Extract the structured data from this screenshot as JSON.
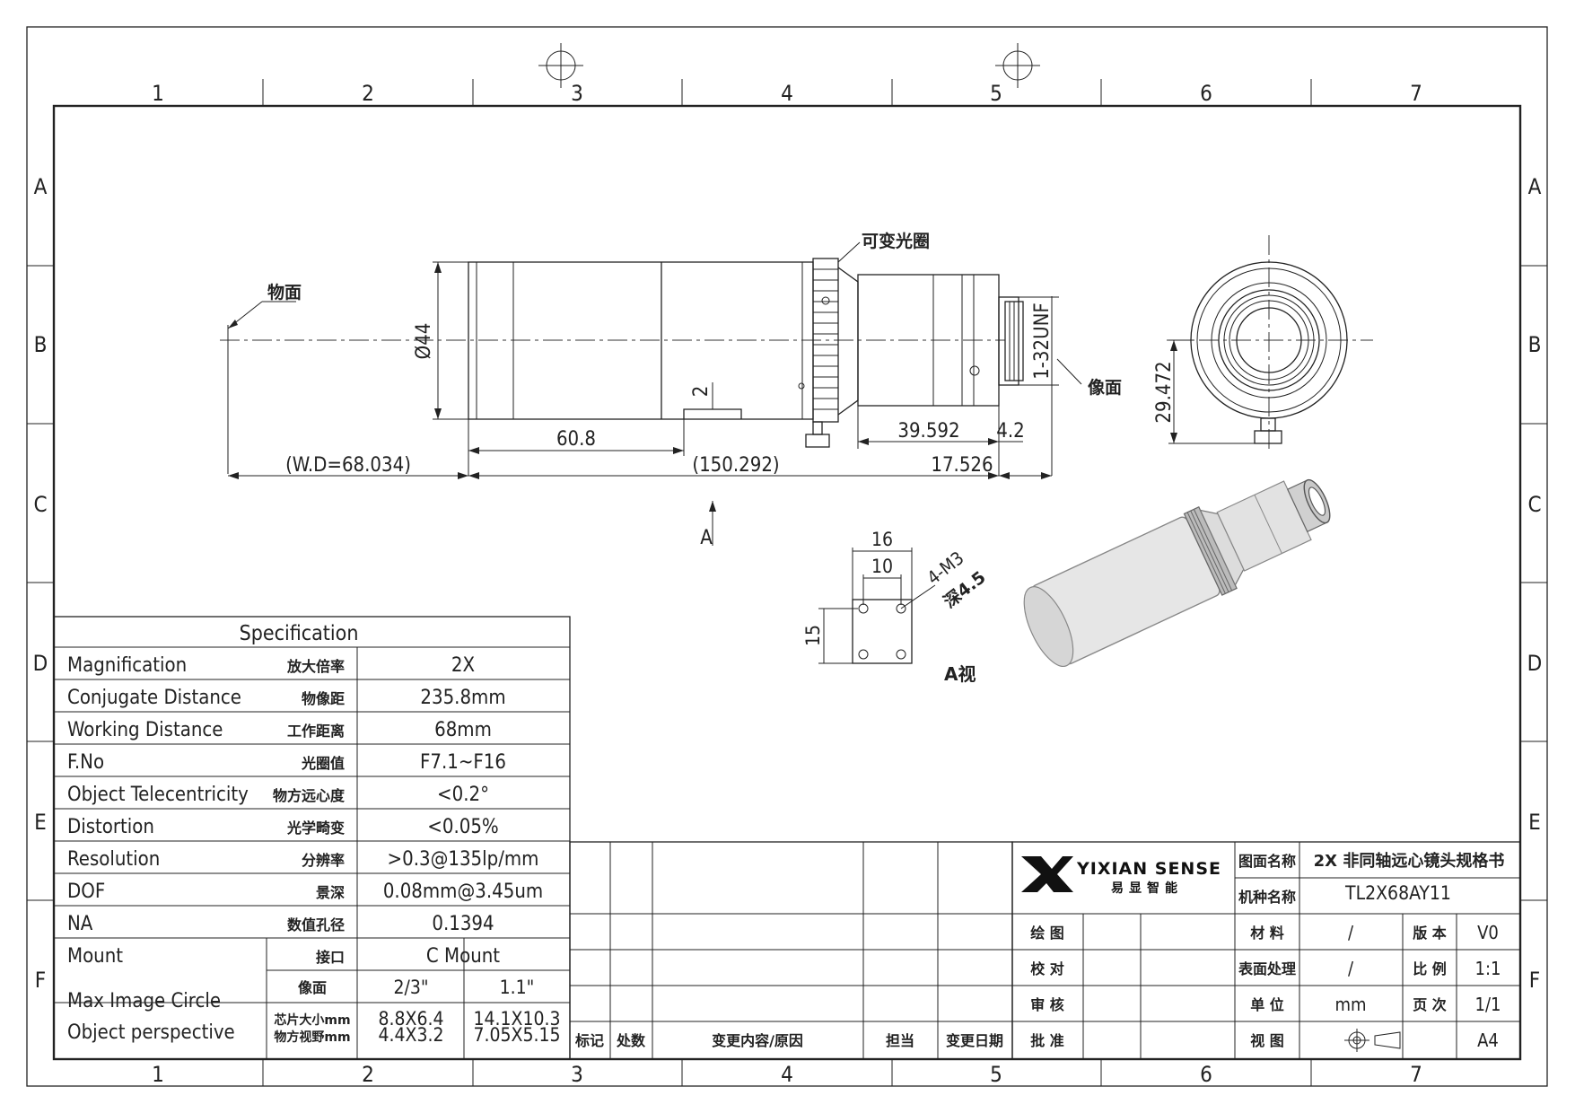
{
  "frame": {
    "col_labels": [
      "1",
      "2",
      "3",
      "4",
      "5",
      "6",
      "7"
    ],
    "row_labels": [
      "A",
      "B",
      "C",
      "D",
      "E",
      "F"
    ]
  },
  "drawing": {
    "label_object_plane": "物面",
    "label_image_plane": "像面",
    "label_iris": "可变光圈",
    "dim_diameter": "Ø44",
    "dim_mount_thread": "1-32UNF",
    "dim_60_8": "60.8",
    "dim_2": "2",
    "dim_39_592": "39.592",
    "dim_4_2": "4.2",
    "dim_wd": "(W.D=68.034)",
    "dim_total": "(150.292)",
    "dim_17_526": "17.526",
    "dim_29_472": "29.472",
    "view_arrow_label": "A",
    "view_a_16": "16",
    "view_a_10": "10",
    "view_a_15": "15",
    "view_a_holes": "4-M3",
    "view_a_depth": "深4.5",
    "view_a_title": "A视"
  },
  "spec": {
    "title": "Specification",
    "rows": [
      {
        "en": "Magnification",
        "cn": "放大倍率",
        "val": "2X"
      },
      {
        "en": "Conjugate Distance",
        "cn": "物像距",
        "val": "235.8mm"
      },
      {
        "en": "Working Distance",
        "cn": "工作距离",
        "val": "68mm"
      },
      {
        "en": "F.No",
        "cn": "光圈值",
        "val": "F7.1~F16"
      },
      {
        "en": "Object Telecentricity",
        "cn": "物方远心度",
        "val": "<0.2°"
      },
      {
        "en": "Distortion",
        "cn": "光学畸变",
        "val": "<0.05%"
      },
      {
        "en": "Resolution",
        "cn": "分辨率",
        "val": ">0.3@135lp/mm"
      },
      {
        "en": "DOF",
        "cn": "景深",
        "val": "0.08mm@3.45um"
      },
      {
        "en": "NA",
        "cn": "数值孔径",
        "val": "0.1394"
      },
      {
        "en": "Mount",
        "cn": "接口",
        "val": "C Mount"
      }
    ],
    "max_image_circle": {
      "en": "Max Image Circle",
      "cn_image_plane": "像面",
      "sensor_2_3": "2/3\"",
      "sensor_1_1": "1.1\"",
      "cn_chip_size": "芯片大小mm",
      "chip_2_3": "8.8X6.4",
      "chip_1_1": "14.1X10.3"
    },
    "object_perspective": {
      "en": "Object perspective",
      "cn": "物方视野mm",
      "fov_2_3": "4.4X3.2",
      "fov_1_1": "7.05X5.15"
    }
  },
  "revision": {
    "headers": [
      "标记",
      "处数",
      "变更内容/原因",
      "担当",
      "变更日期"
    ]
  },
  "title_block": {
    "brand_name": "YIXIAN SENSE",
    "brand_cn": "易显智能",
    "drawing_name_label": "图面名称",
    "drawing_name": "2X 非同轴远心镜头规格书",
    "model_label": "机种名称",
    "model": "TL2X68AY11",
    "roles": [
      "绘 图",
      "校 对",
      "审 核",
      "批 准"
    ],
    "material_label": "材 料",
    "material": "/",
    "surface_label": "表面处理",
    "surface": "/",
    "unit_label": "单 位",
    "unit": "mm",
    "view_label": "视 图",
    "version_label": "版 本",
    "version": "V0",
    "scale_label": "比 例",
    "scale": "1:1",
    "page_label": "页 次",
    "page": "1/1",
    "paper": "A4"
  }
}
